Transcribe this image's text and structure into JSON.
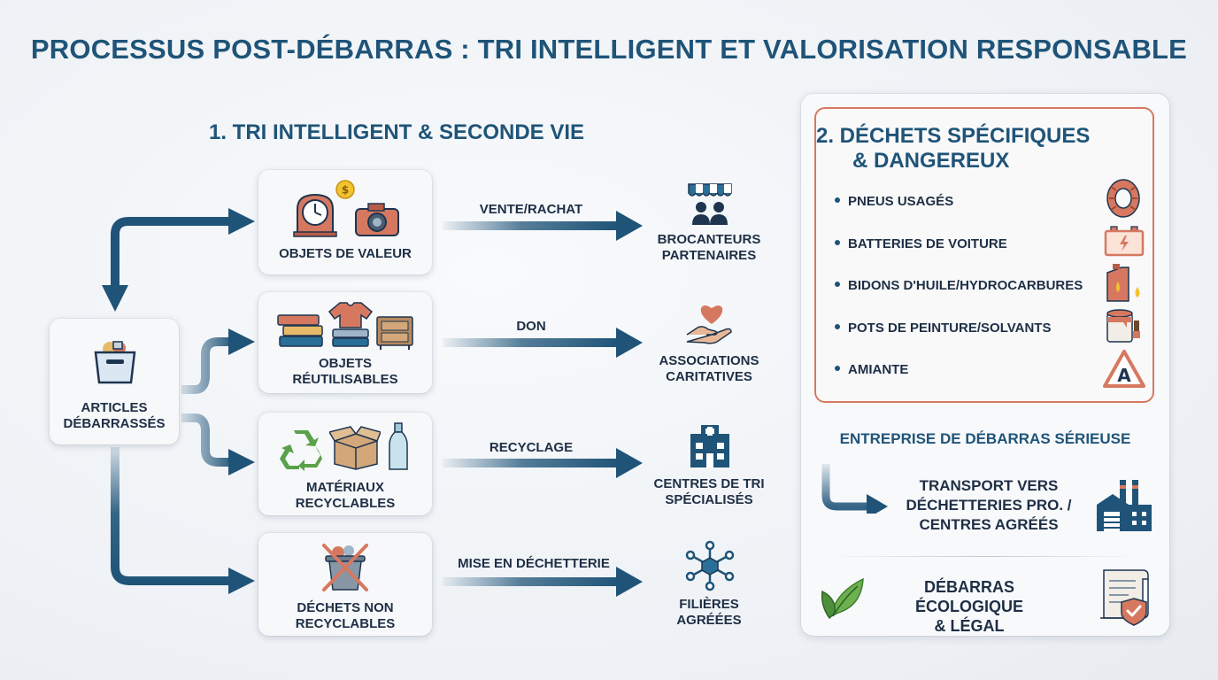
{
  "title": "PROCESSUS POST-DÉBARRAS : TRI INTELLIGENT ET VALORISATION RESPONSABLE",
  "section1": {
    "title": "1. TRI INTELLIGENT & SECONDE VIE",
    "source": {
      "line1": "ARTICLES",
      "line2": "DÉBARRASSÉS",
      "icon": "basket-icon"
    },
    "rows": [
      {
        "category": [
          "OBJETS DE VALEUR"
        ],
        "flow": "VENTE/RACHAT",
        "destination": [
          "BROCANTEURS",
          "PARTENAIRES"
        ],
        "icons": [
          "clock-icon",
          "coin-icon",
          "camera-icon",
          "shop-icon"
        ]
      },
      {
        "category": [
          "OBJETS",
          "RÉUTILISABLES"
        ],
        "flow": "DON",
        "destination": [
          "ASSOCIATIONS",
          "CARITATIVES"
        ],
        "icons": [
          "books-icon",
          "clothes-icon",
          "dresser-icon",
          "heart-hand-icon"
        ]
      },
      {
        "category": [
          "MATÉRIAUX",
          "RECYCLABLES"
        ],
        "flow": "RECYCLAGE",
        "destination": [
          "CENTRES DE TRI",
          "SPÉCIALISÉS"
        ],
        "icons": [
          "recycle-icon",
          "box-icon",
          "bottle-icon",
          "building-icon"
        ]
      },
      {
        "category": [
          "DÉCHETS NON",
          "RECYCLABLES"
        ],
        "flow": "MISE EN DÉCHETTERIE",
        "destination": [
          "FILIÈRES",
          "AGRÉÉES"
        ],
        "icons": [
          "crossed-bin-icon",
          "network-icon"
        ]
      }
    ]
  },
  "section2": {
    "title_line1": "2. DÉCHETS SPÉCIFIQUES",
    "title_line2": "& DANGEREUX",
    "items": [
      {
        "label": "PNEUS USAGÉS",
        "icon": "tire-icon"
      },
      {
        "label": "BATTERIES DE VOITURE",
        "icon": "battery-icon"
      },
      {
        "label": "BIDONS D'HUILE/HYDROCARBURES",
        "icon": "oil-can-icon"
      },
      {
        "label": "POTS DE PEINTURE/SOLVANTS",
        "icon": "paint-can-icon"
      },
      {
        "label": "AMIANTE",
        "icon": "asbestos-warning-icon",
        "badge": "A"
      }
    ]
  },
  "enterprise": {
    "title": "ENTREPRISE DE DÉBARRAS SÉRIEUSE",
    "transport_lines": [
      "TRANSPORT VERS",
      "DÉCHETTERIES PRO. /",
      "CENTRES AGRÉÉS"
    ],
    "eco_lines": [
      "DÉBARRAS ÉCOLOGIQUE",
      "& LÉGAL"
    ]
  },
  "colors": {
    "primary": "#1f5478",
    "accent": "#d67860",
    "arrow": "#1f5478"
  }
}
